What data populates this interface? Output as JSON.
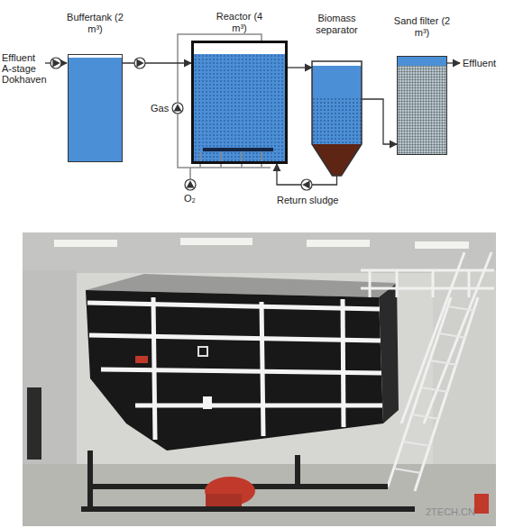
{
  "diagram": {
    "nodes": [
      {
        "text": [
          "Buffertank (2 m³)"
        ]
      },
      {
        "text": [
          "Reactor (4 m³)"
        ]
      },
      {
        "text": [
          "Biomass separator"
        ]
      },
      {
        "text": [
          "Sand filter (2 m³)"
        ]
      }
    ],
    "edges": [
      {
        "from": 0,
        "to": 1,
        "arrow": "to"
      },
      {
        "from": 1,
        "to": 2,
        "arrow": "to"
      },
      {
        "from": 2,
        "to": 3,
        "arrow": "to"
      },
      {
        "from": 2,
        "to": 1,
        "arrow": "to"
      }
    ],
    "labels": [
      "Effluent A-stage Dokhaven",
      "Gas",
      "O₂",
      "Return sludge",
      "Effluent",
      "2TECH.CN"
    ]
  }
}
